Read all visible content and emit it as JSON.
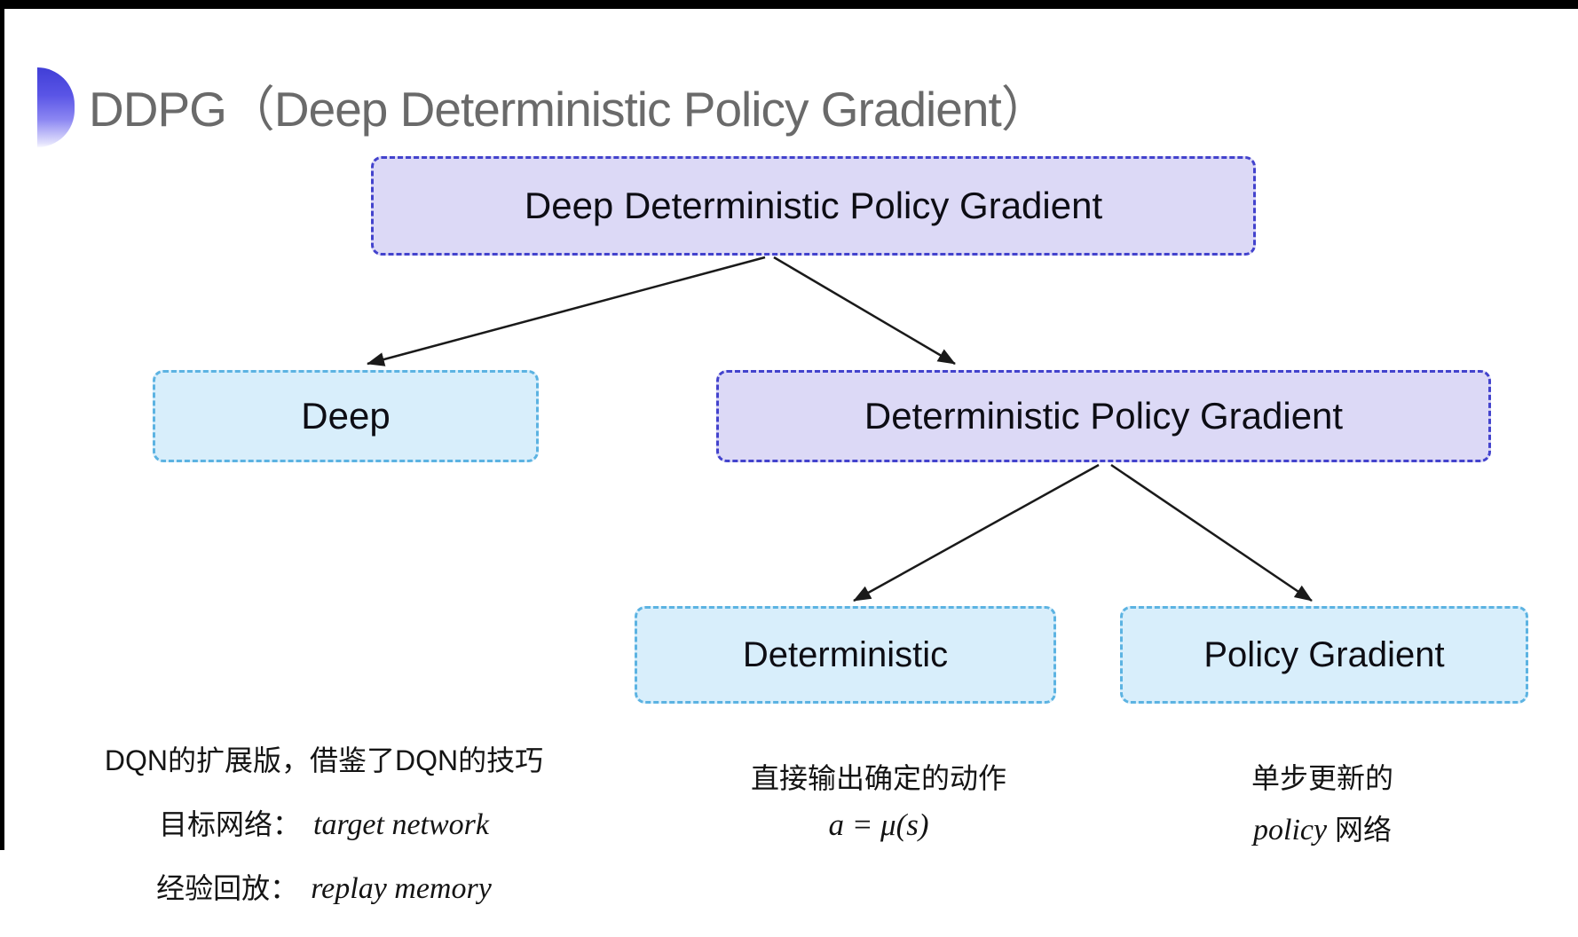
{
  "header": {
    "title": "DDPG（Deep Deterministic Policy Gradient）"
  },
  "colors": {
    "title_text": "#6a6a6a",
    "accent_bullet_top": "#403ed6",
    "purple_node_fill": "#dcd9f6",
    "purple_node_border": "#4343cd",
    "blue_node_fill": "#d8eefb",
    "blue_node_border": "#5cb3e2",
    "arrow": "#1a1a1a"
  },
  "diagram": {
    "nodes": [
      {
        "id": "ddpg-root",
        "label": "Deep Deterministic Policy Gradient",
        "variant": "purple"
      },
      {
        "id": "deep",
        "label": "Deep",
        "variant": "blue"
      },
      {
        "id": "deterministic-policy-gradient",
        "label": "Deterministic Policy Gradient",
        "variant": "purple"
      },
      {
        "id": "deterministic",
        "label": "Deterministic",
        "variant": "blue"
      },
      {
        "id": "policy-gradient",
        "label": "Policy Gradient",
        "variant": "blue"
      }
    ]
  },
  "notes": {
    "deep": {
      "line1": "DQN的扩展版，借鉴了DQN的技巧",
      "line2_label": "目标网络：",
      "line2_value": "target network",
      "line3_label": "经验回放：",
      "line3_value": "replay memory"
    },
    "deterministic": {
      "line1": "直接输出确定的动作",
      "formula": "a = μ(s)"
    },
    "policy_gradient": {
      "line1": "单步更新的",
      "line2_italic": "policy",
      "line2_rest": "网络"
    }
  }
}
